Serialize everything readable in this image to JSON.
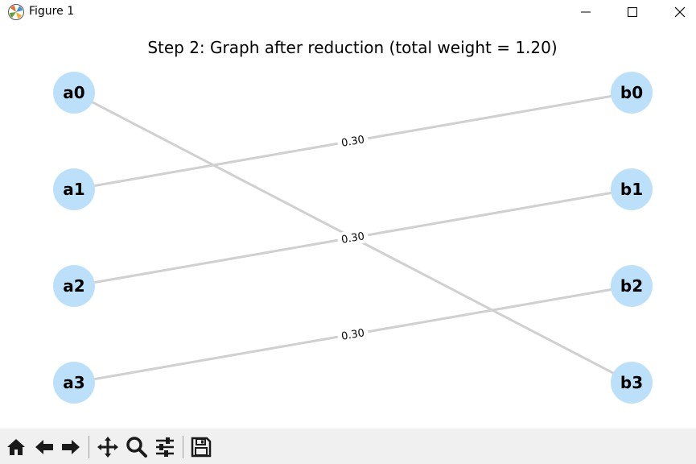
{
  "window": {
    "title": "Figure 1"
  },
  "figure": {
    "title": "Step 2: Graph after reduction (total weight = 1.20)",
    "node_color": "#bde0fa",
    "edge_color": "#d0d0d0",
    "nodes_left": [
      "a0",
      "a1",
      "a2",
      "a3"
    ],
    "nodes_right": [
      "b0",
      "b1",
      "b2",
      "b3"
    ],
    "edges": [
      {
        "from": "a0",
        "to": "b3",
        "label": ""
      },
      {
        "from": "a1",
        "to": "b0",
        "label": "0.30"
      },
      {
        "from": "a2",
        "to": "b1",
        "label": "0.30"
      },
      {
        "from": "a3",
        "to": "b2",
        "label": "0.30"
      }
    ]
  },
  "toolbar": {
    "items": [
      "home-icon",
      "back-icon",
      "forward-icon",
      "pan-icon",
      "zoom-icon",
      "configure-subplots-icon",
      "save-icon"
    ]
  }
}
